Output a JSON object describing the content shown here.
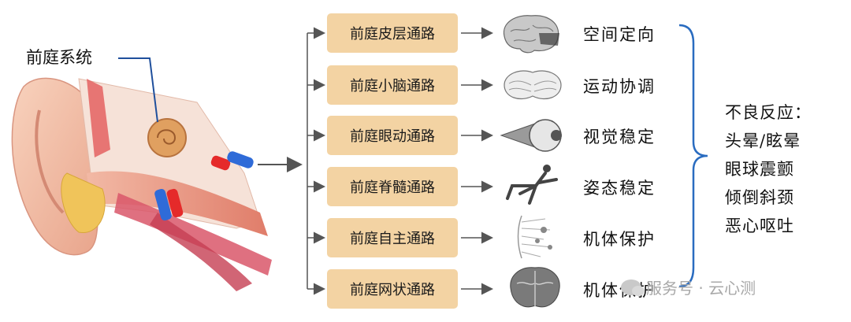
{
  "ear_label": "前庭系统",
  "pathways": [
    {
      "label": "前庭皮层通路",
      "function": "空间定向",
      "icon": "brain-icon"
    },
    {
      "label": "前庭小脑通路",
      "function": "运动协调",
      "icon": "cerebellum-icon"
    },
    {
      "label": "前庭眼动通路",
      "function": "视觉稳定",
      "icon": "eye-icon"
    },
    {
      "label": "前庭脊髓通路",
      "function": "姿态稳定",
      "icon": "human-figure-icon"
    },
    {
      "label": "前庭自主通路",
      "function": "机体保护",
      "icon": "autonomic-nerves-icon"
    },
    {
      "label": "前庭网状通路",
      "function": "机体保护",
      "icon": "brainstem-icon"
    }
  ],
  "adverse": {
    "title": "不良反应：",
    "items": [
      "头晕/眩晕",
      "眼球震颤",
      "倾倒斜颈",
      "恶心呕吐"
    ]
  },
  "watermark": "服务号 · 云心测",
  "colors": {
    "box": "#f3d3a3",
    "brace": "#2a6cc0",
    "leader": "#1f4f9c"
  }
}
